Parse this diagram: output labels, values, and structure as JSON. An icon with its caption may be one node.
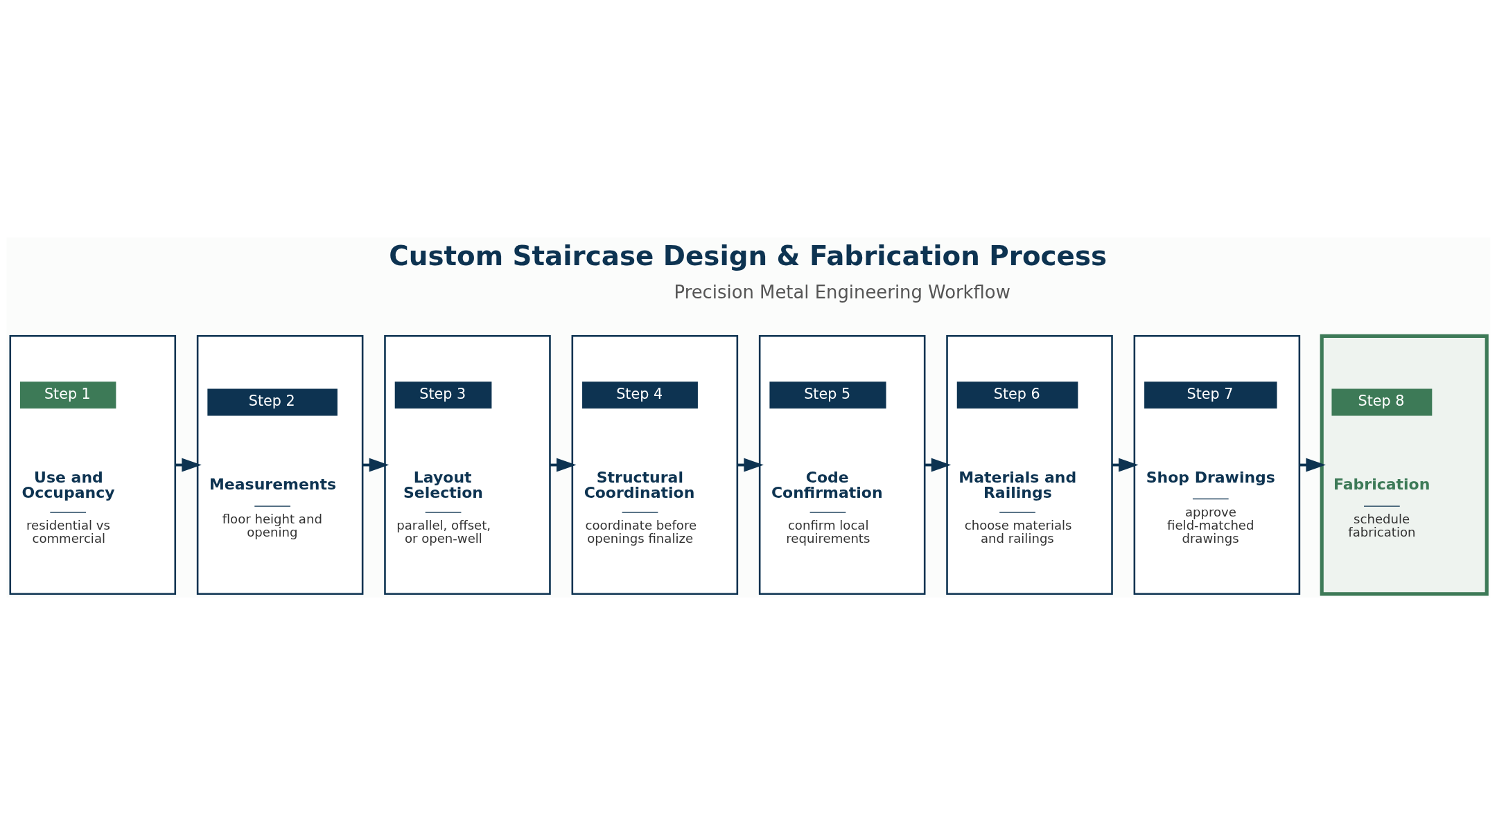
{
  "diagram": {
    "title": "Custom Staircase Design & Fabrication Process",
    "nodes": [
      {
        "text": [
          "Step 1",
          "Use and Occupancy",
          "residential vs commercial"
        ]
      },
      {
        "text": [
          "Step 2",
          "Measurements",
          "floor height and opening"
        ]
      },
      {
        "text": [
          "Step 3",
          "Layout Selection",
          "parallel, offset, or open-well"
        ]
      },
      {
        "text": [
          "Step 4",
          "Structural Coordination",
          "coordinate before openings finalize"
        ]
      },
      {
        "text": [
          "Step 5",
          "Code Confirmation",
          "confirm local requirements"
        ]
      },
      {
        "text": [
          "Step 6",
          "Materials and Railings",
          "choose materials and railings"
        ]
      },
      {
        "text": [
          "Step 7",
          "Shop Drawings",
          "approve field-matched drawings"
        ]
      },
      {
        "text": [
          "Step 8",
          "Fabrication",
          "schedule fabrication"
        ]
      }
    ],
    "edges": [
      {
        "from": 0,
        "to": 1,
        "arrow": "to"
      },
      {
        "from": 1,
        "to": 2,
        "arrow": "to"
      },
      {
        "from": 2,
        "to": 3,
        "arrow": "to"
      },
      {
        "from": 3,
        "to": 4,
        "arrow": "to"
      },
      {
        "from": 4,
        "to": 5,
        "arrow": "to"
      },
      {
        "from": 5,
        "to": 6,
        "arrow": "to"
      },
      {
        "from": 6,
        "to": 7,
        "arrow": "to"
      }
    ],
    "labels": [
      "Precision Metal Engineering Workflow"
    ]
  }
}
